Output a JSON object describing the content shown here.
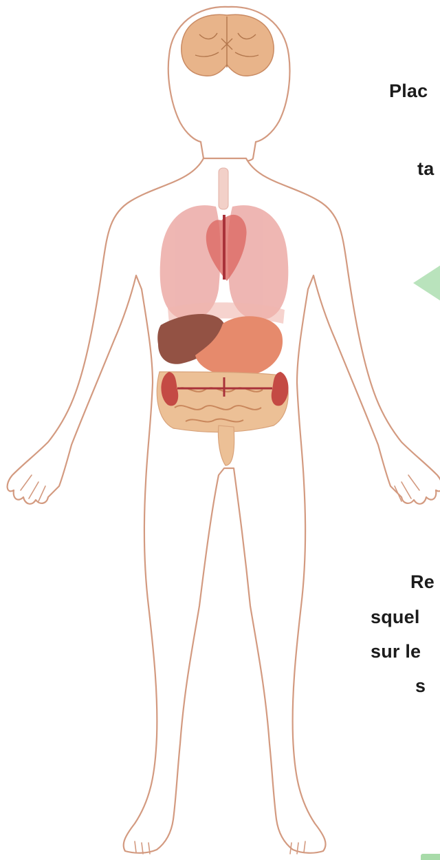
{
  "instruction": {
    "line1": "Plac",
    "line2": "ta"
  },
  "caption": {
    "line1": "Re",
    "line2": "squel",
    "line3": "sur le",
    "line4": "s"
  },
  "colors": {
    "outline": "#d39a80",
    "brain": "#e8b48a",
    "lungs": "#ecaaa6",
    "heart": "#dc6a64",
    "liver": "#935244",
    "stomach": "#e68a6c",
    "kidneys": "#c44a44",
    "intestines": "#ecc096",
    "arrow": "#b9e3bc",
    "button": "#a8dba9"
  },
  "icons": {
    "prev_arrow": "triangle-left-icon",
    "bottom_button": "button-tab"
  }
}
